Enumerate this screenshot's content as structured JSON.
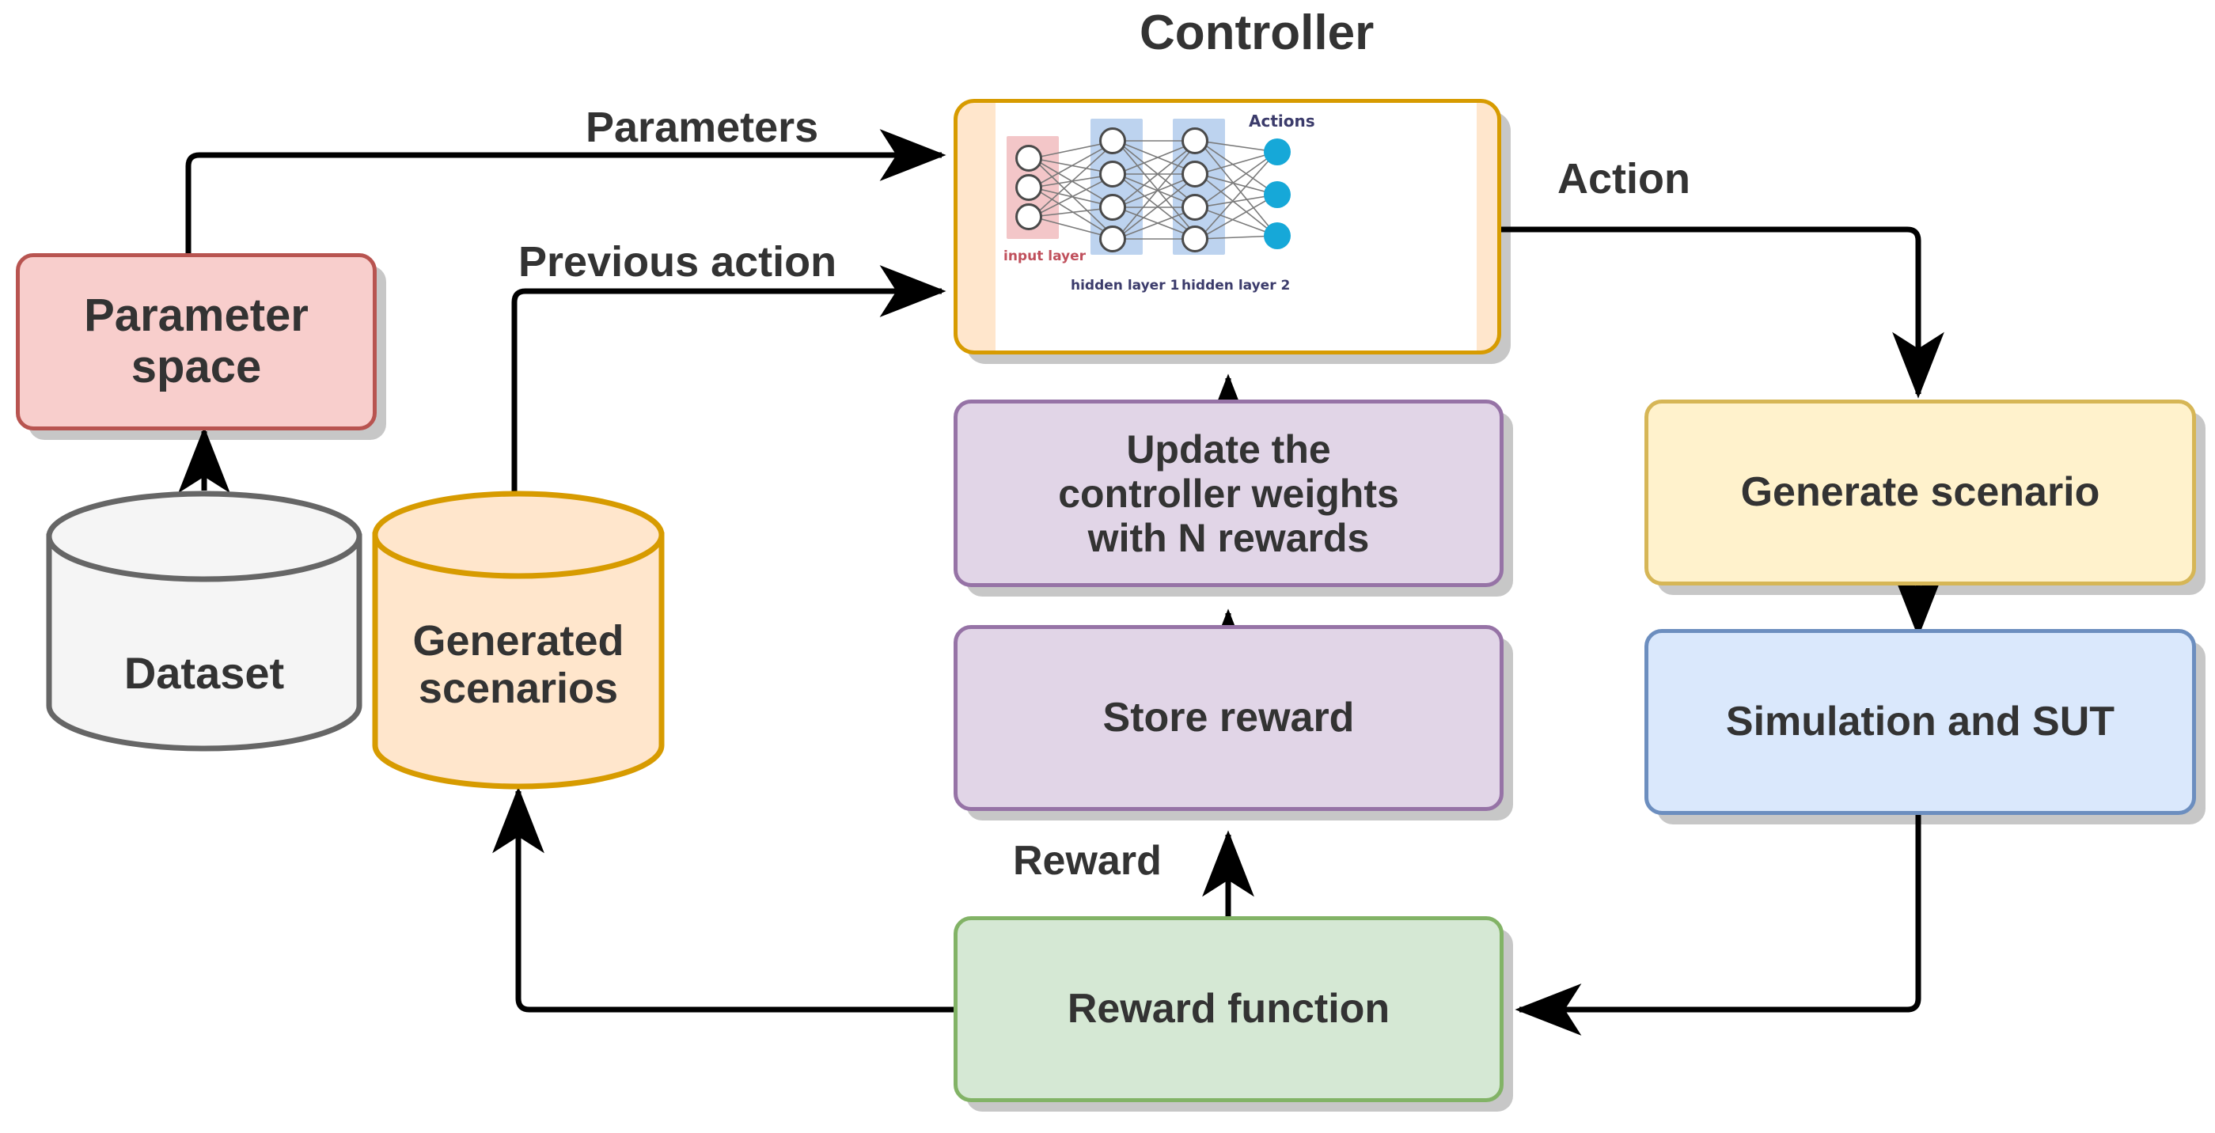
{
  "diagram": {
    "title_controller": "Controller",
    "nodes": {
      "parameter_space": {
        "label": "Parameter\nspace",
        "fill": "#f8cecc",
        "stroke": "#b85450"
      },
      "dataset": {
        "label": "Dataset",
        "fill": "#f5f5f5",
        "stroke": "#666666"
      },
      "generated_scenarios": {
        "label": "Generated\nscenarios",
        "fill": "#ffe6cc",
        "stroke": "#d79b00"
      },
      "controller": {
        "label": "",
        "fill": "#ffe6cc",
        "stroke": "#d79b00"
      },
      "update_weights": {
        "label": "Update the\ncontroller weights\nwith N rewards",
        "fill": "#e1d5e7",
        "stroke": "#9673a6"
      },
      "store_reward": {
        "label": "Store reward",
        "fill": "#e1d5e7",
        "stroke": "#9673a6"
      },
      "reward_function": {
        "label": "Reward function",
        "fill": "#d5e8d4",
        "stroke": "#82b366"
      },
      "generate_scenario": {
        "label": "Generate scenario",
        "fill": "#fff2cc",
        "stroke": "#d6b656"
      },
      "simulation_sut": {
        "label": "Simulation and SUT",
        "fill": "#dae8fc",
        "stroke": "#6c8ebf"
      }
    },
    "edge_labels": {
      "parameters": "Parameters",
      "previous_action": "Previous action",
      "action": "Action",
      "reward": "Reward"
    },
    "controller_image": {
      "caption_actions": "Actions",
      "caption_input": "input layer",
      "caption_hidden1": "hidden layer 1",
      "caption_hidden2": "hidden layer 2",
      "input_nodes": 3,
      "hidden1_nodes": 4,
      "hidden2_nodes": 4,
      "output_nodes": 3,
      "input_band_color": "#f3c6c8",
      "hidden_band_color": "#bdd3ef",
      "output_node_color": "#16a8d8",
      "input_caption_color": "#c0505c",
      "hidden_caption_color": "#3b3b6b"
    },
    "arrow_color": "#000000"
  }
}
